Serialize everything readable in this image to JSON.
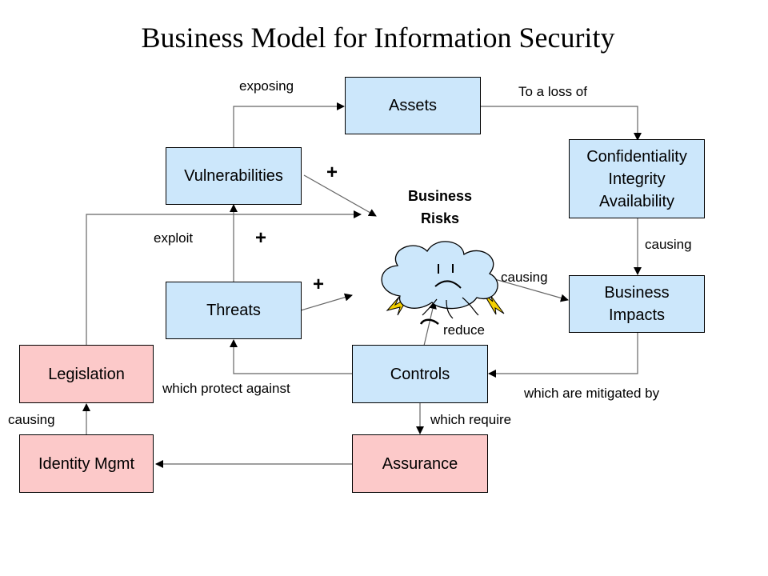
{
  "title": "Business Model for Information Security",
  "boxes": {
    "assets": "Assets",
    "cia": "Confidentiality\nIntegrity\nAvailability",
    "vulnerabilities": "Vulnerabilities",
    "threats": "Threats",
    "business_impacts": "Business\nImpacts",
    "legislation": "Legislation",
    "controls": "Controls",
    "identity_mgmt": "Identity Mgmt",
    "assurance": "Assurance"
  },
  "business_risks": "Business\nRisks",
  "edge_labels": {
    "exposing": "exposing",
    "loss_of": "To a loss of",
    "exploit": "exploit",
    "causing_right": "causing",
    "causing_center": "causing",
    "reduce": "reduce",
    "protect_against": "which protect against",
    "mitigated_by": "which are mitigated by",
    "causing_left": "causing",
    "which_require": "which require"
  },
  "plus_signs": [
    "+",
    "+",
    "+"
  ],
  "colors": {
    "control_box": "#cce7fb",
    "assurance_box": "#fcc9c9",
    "cloud": "#cce7fb",
    "lightning": "#f5d000"
  }
}
